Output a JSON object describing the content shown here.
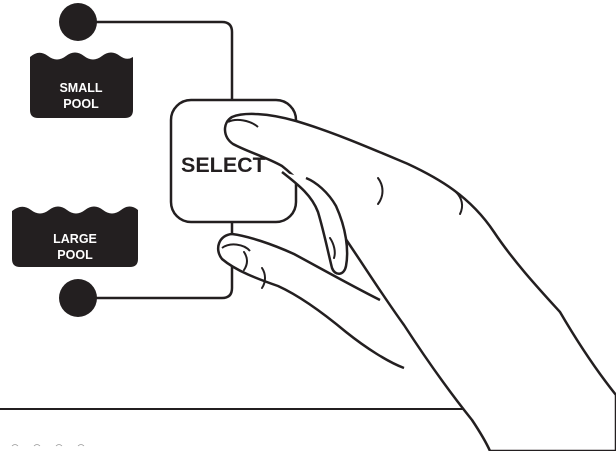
{
  "indicators": {
    "small": {
      "line1": "SMALL",
      "line2": "POOL"
    },
    "large": {
      "line1": "LARGE",
      "line2": "POOL"
    }
  },
  "select_button": {
    "label": "SELECT"
  },
  "colors": {
    "ink": "#231f20",
    "paper": "#ffffff",
    "badge_text": "#ffffff"
  },
  "icons": {
    "indicator_led": "filled-circle",
    "pool_badge": "wave-top-badge",
    "hand": "pointing-hand-icon"
  }
}
